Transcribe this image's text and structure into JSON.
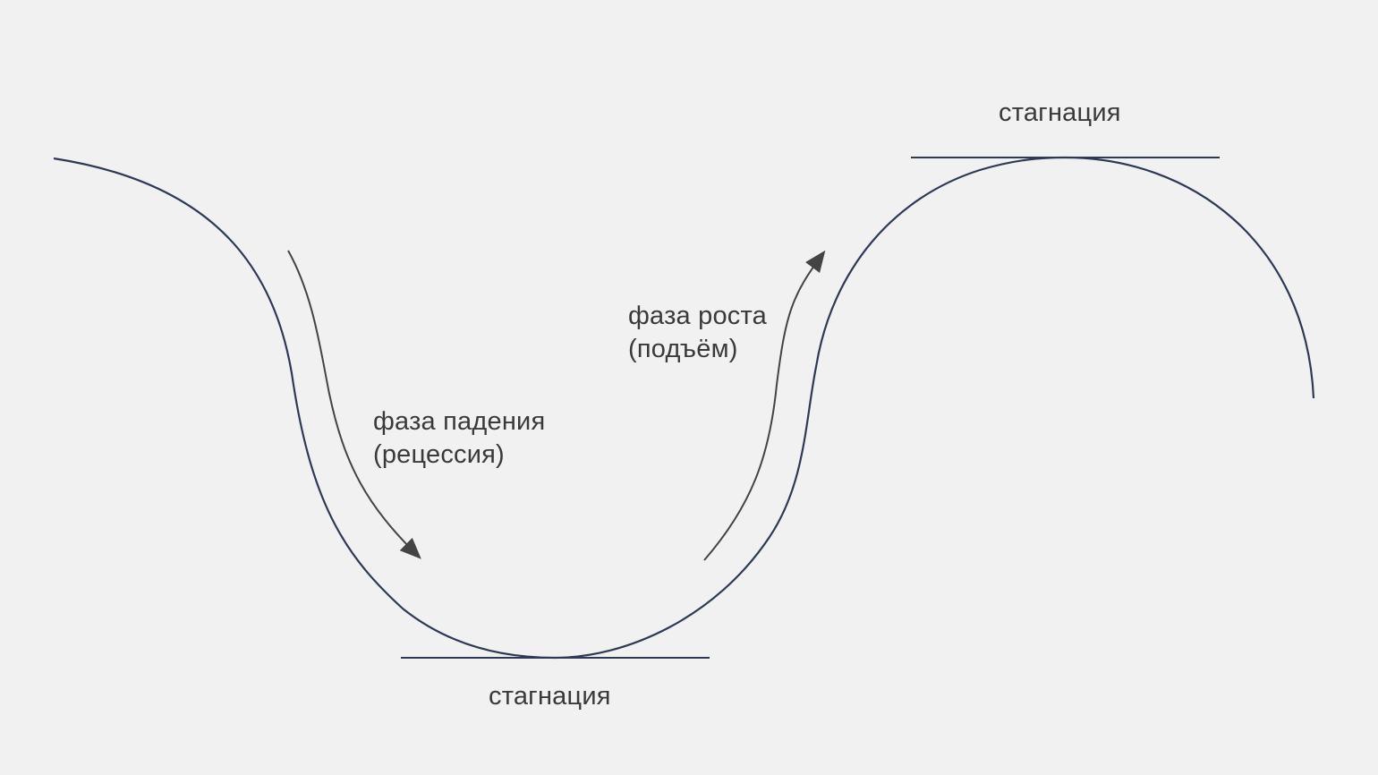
{
  "labels": {
    "top_stagnation": "стагнация",
    "bottom_stagnation": "стагнация",
    "fall_phase_line1": "фаза падения",
    "fall_phase_line2": "(рецессия)",
    "rise_phase_line1": "фаза роста",
    "rise_phase_line2": "(подъём)"
  },
  "colors": {
    "background": "#f1f1f1",
    "curve": "#2e3a55",
    "arrow": "#444444",
    "text": "#3a3a3a"
  }
}
